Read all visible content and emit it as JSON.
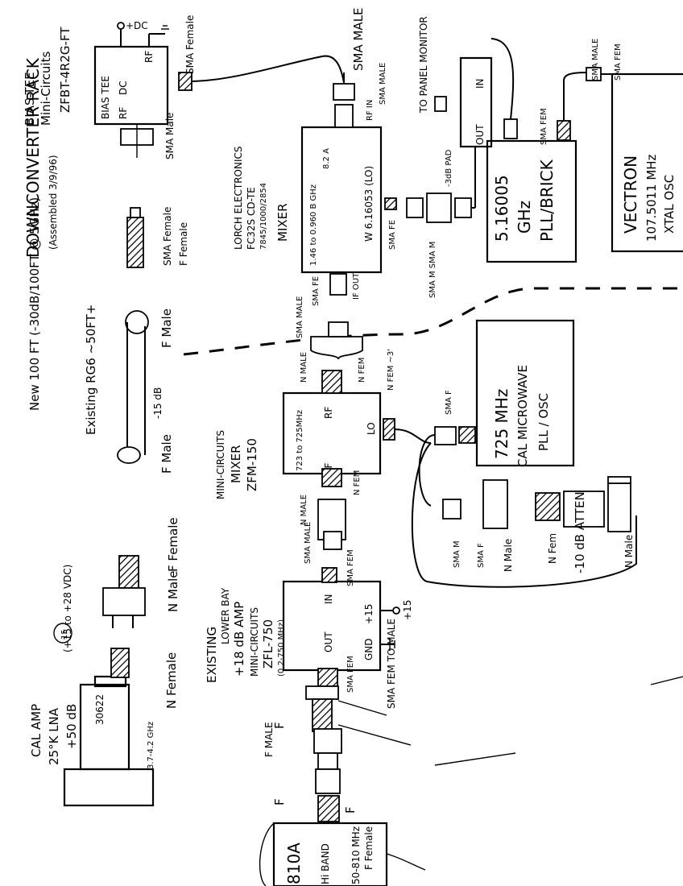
{
  "diagram": {
    "header": {
      "title": "DOWNCONVERTER RACK",
      "date": "(Assembled 3/9/96)"
    },
    "bias_tee": {
      "title": "BIAS-TEE",
      "maker": "Mini-Circuits",
      "model": "ZFBT-4R2G-FT",
      "box_label": "BIAS TEE",
      "ports": [
        "RF",
        "DC",
        "RF"
      ],
      "top_terms": [
        "+DC",
        "⊥"
      ],
      "sma_female": "SMA Female",
      "sma_male": "SMA Male"
    },
    "f_female_top": {
      "sma": "SMA Female",
      "f": "F Female"
    },
    "lorch_mixer": {
      "maker": "LORCH ELECTRONICS",
      "model": "FC32S CD-TE",
      "part": "7845/1000/2854",
      "type": "MIXER",
      "rf_port": "RF IN",
      "rf_range": "8.2 A",
      "lo_port": "W 6.16053 (LO)",
      "if_range": "1.46 to 0.960 B GHz",
      "if_out": "IF OUT",
      "sma_fe_lo": "SMA FE",
      "sma_fe_if": "SMA FE",
      "sma_male_rf": "SMA MALE",
      "sma_male_top": "SMA MALE"
    },
    "pad": {
      "label": "-3dB PAD",
      "conn": "SMA M SMA M"
    },
    "pll_brick": {
      "freq": "5.16005",
      "units": "GHz",
      "type": "PLL/BRICK",
      "out": "OUT",
      "in": "IN"
    },
    "vectron": {
      "name": "VECTRON",
      "freq": "107.5011 MHz",
      "type": "XTAL OSC",
      "sma_fem": "SMA FEM",
      "sma_male": "SMA MALE",
      "sma_fem2": "SMA FEM"
    },
    "panel_note": "TO PANEL MONITOR",
    "cable_note": "New 100 FT (-30dB/100FT @ 5GHz)",
    "cable_existing": "Existing RG6 ~50FT+",
    "cable_loss": "-15 dB",
    "cable_f_male_top": "F Male",
    "cable_f_male_bottom": "F Male",
    "zfm_mixer": {
      "maker": "MINI-CIRCUITS",
      "type": "MIXER",
      "model": "ZFM-150",
      "if_port": "IF",
      "rf_port": "RF",
      "lo_port": "LO",
      "if_range": "723 to 725MHz",
      "lo_freq": "725 MHz",
      "n_male": "N MALE",
      "n_fem": "N FEM",
      "n_fem2": "N FEM",
      "n_fem3": "N FEM ~3'",
      "sma_male": "SMA MALE"
    },
    "cal_osc": {
      "freq": "725 MHz",
      "name": "CAL MICROWAVE",
      "type": "PLL / OSC",
      "sma_f": "SMA F",
      "sma_f2": "SMA F"
    },
    "atten": {
      "label": "-10 dB ATTEN",
      "n_male": "N Male",
      "n_fem": "N Fem",
      "n_male2": "N Male",
      "sma_m": "SMA M",
      "sma_f": "SMA F"
    },
    "zfl_amp": {
      "title": "LOWER BAY",
      "gain": "+18 dB AMP",
      "maker": "MINI-CIRCUITS",
      "model": "ZFL-750",
      "range": "(0.2-750 MHz)",
      "existing": "EXISTING",
      "in": "IN",
      "out": "OUT",
      "plus15": "+15",
      "gnd": "GND",
      "supply": "+15",
      "sma_fem": "SMA FEM",
      "sma_fem2": "SMA FEM",
      "sma_male": "SMA MALE",
      "n_male": "N MALE"
    },
    "sma_fem_to_male": "SMA FEM TO MALE",
    "lna_dc": "(+15 to +28 VDC)",
    "lna_dc_num": "15",
    "n_female": "N Female",
    "n_male": "N Male",
    "f_female": "F Female",
    "lna": {
      "name": "CAL AMP",
      "type": "25°K LNA",
      "gain": "+50 dB",
      "model": "30622",
      "range": "3.7-4.2 GHz",
      "n_female": "N Female"
    },
    "receiver": {
      "model": "810A",
      "band": "Hi BAND",
      "range": "50-810 MHz",
      "f_female": "F Female"
    },
    "bottom_f": {
      "f_male": "F MALE",
      "f": "F",
      "f2": "F",
      "f3": "F"
    }
  },
  "colors": {
    "ink": "#000000",
    "paper": "#ffffff"
  }
}
